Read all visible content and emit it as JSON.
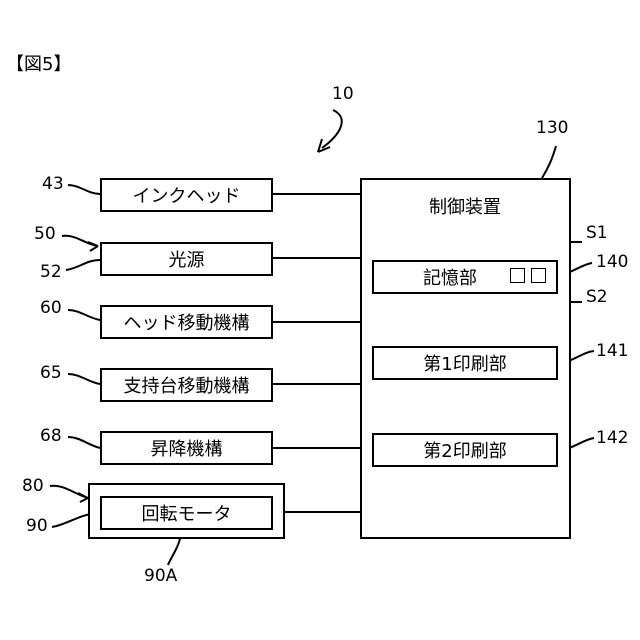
{
  "figure_label": "【図5】",
  "system_ref": "10",
  "controller": {
    "ref": "130",
    "label": "制御装置",
    "memory": {
      "label": "記憶部",
      "ref": "140",
      "s1": "S1",
      "s2": "S2"
    },
    "print1": {
      "label": "第1印刷部",
      "ref": "141"
    },
    "print2": {
      "label": "第2印刷部",
      "ref": "142"
    }
  },
  "left_blocks": {
    "inkhead": {
      "label": "インクヘッド",
      "ref": "43"
    },
    "light": {
      "label": "光源",
      "ref_outer": "50",
      "ref_inner": "52"
    },
    "head_move": {
      "label": "ヘッド移動機構",
      "ref": "60"
    },
    "support_move": {
      "label": "支持台移動機構",
      "ref": "65"
    },
    "lift": {
      "label": "昇降機構",
      "ref": "68"
    },
    "motor": {
      "label": "回転モータ",
      "ref_outer": "80",
      "ref_inner": "90",
      "ref_part": "90A"
    }
  }
}
